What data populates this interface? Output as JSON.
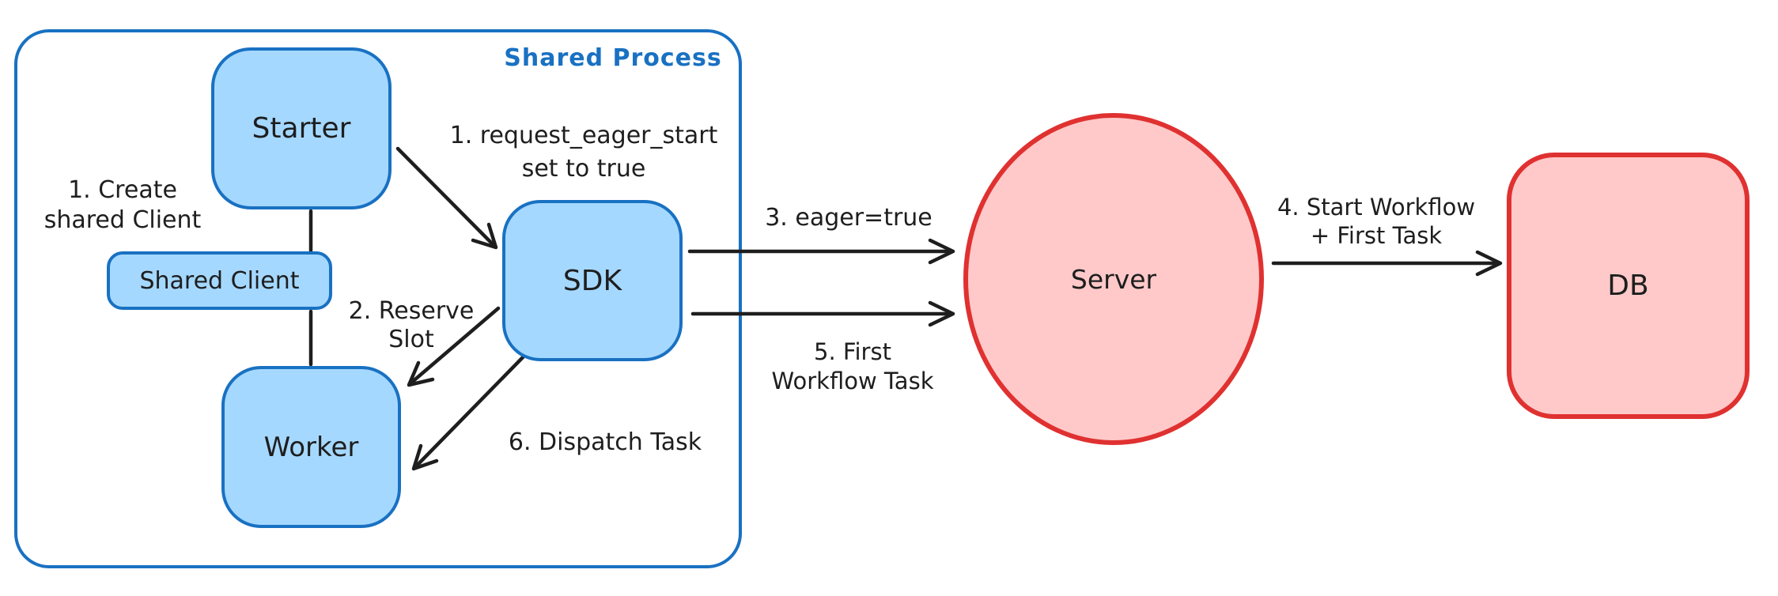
{
  "diagram": {
    "container_label": "Shared Process",
    "nodes": {
      "starter": {
        "label": "Starter"
      },
      "shared_client": {
        "label": "Shared Client"
      },
      "worker": {
        "label": "Worker"
      },
      "sdk": {
        "label": "SDK"
      },
      "server": {
        "label": "Server"
      },
      "db": {
        "label": "DB"
      }
    },
    "annotations": {
      "create_shared_client": {
        "line1": "1. Create",
        "line2": "shared Client"
      },
      "request_eager_start": {
        "line1": "1. request_eager_start",
        "line2": "set to true"
      },
      "reserve_slot": {
        "line1": "2. Reserve",
        "line2": "Slot"
      },
      "eager_true": {
        "line1": "3. eager=true"
      },
      "start_workflow": {
        "line1": "4. Start Workflow",
        "line2": "+ First Task"
      },
      "first_workflow_task": {
        "line1": "5. First",
        "line2": "Workflow Task"
      },
      "dispatch_task": {
        "line1": "6. Dispatch Task"
      }
    },
    "colors": {
      "blue_border": "#1971c2",
      "blue_fill": "#a5d8ff",
      "red_border": "#e03131",
      "red_fill": "#ffc9c9",
      "line_and_text": "#1e1e1e",
      "background": "#ffffff"
    }
  }
}
